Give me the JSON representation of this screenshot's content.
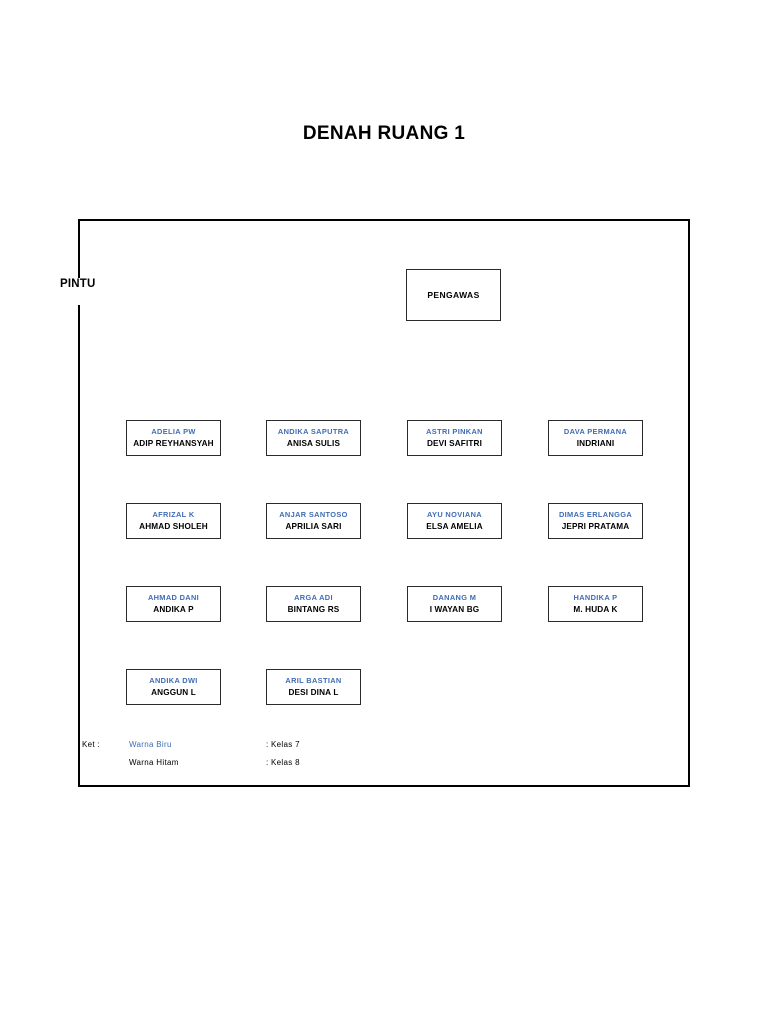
{
  "page": {
    "title": "DENAH RUANG 1"
  },
  "room": {
    "door_label": "PINTU",
    "supervisor_box": {
      "label": "PENGAWAS"
    }
  },
  "colors": {
    "kelas7_blue": "#3f6cb5",
    "kelas8_black": "#000000",
    "border": "#2b2b2b"
  },
  "seats": {
    "rows": [
      {
        "boxes": [
          {
            "top": "ADELIA PW",
            "bottom": "ADIP REYHANSYAH"
          },
          {
            "top": "ANDIKA SAPUTRA",
            "bottom": "ANISA SULIS"
          },
          {
            "top": "ASTRI PINKAN",
            "bottom": "DEVI SAFITRI"
          },
          {
            "top": "DAVA PERMANA",
            "bottom": "INDRIANI"
          }
        ]
      },
      {
        "boxes": [
          {
            "top": "AFRIZAL K",
            "bottom": "AHMAD SHOLEH"
          },
          {
            "top": "ANJAR SANTOSO",
            "bottom": "APRILIA SARI"
          },
          {
            "top": "AYU NOVIANA",
            "bottom": "ELSA AMELIA"
          },
          {
            "top": "DIMAS ERLANGGA",
            "bottom": "JEPRI PRATAMA"
          }
        ]
      },
      {
        "boxes": [
          {
            "top": "AHMAD DANI",
            "bottom": "ANDIKA P"
          },
          {
            "top": "ARGA ADI",
            "bottom": "BINTANG RS"
          },
          {
            "top": "DANANG M",
            "bottom": "I WAYAN BG"
          },
          {
            "top": "HANDIKA P",
            "bottom": "M. HUDA K"
          }
        ]
      },
      {
        "boxes": [
          {
            "top": "ANDIKA DWI",
            "bottom": "ANGGUN L"
          },
          {
            "top": "ARIL BASTIAN",
            "bottom": "DESI DINA L"
          }
        ]
      }
    ]
  },
  "legend": {
    "title": "Ket :",
    "rows": [
      {
        "label": "Warna Biru",
        "value": ": Kelas 7"
      },
      {
        "label": "Warna Hitam",
        "value": ": Kelas 8"
      }
    ]
  }
}
